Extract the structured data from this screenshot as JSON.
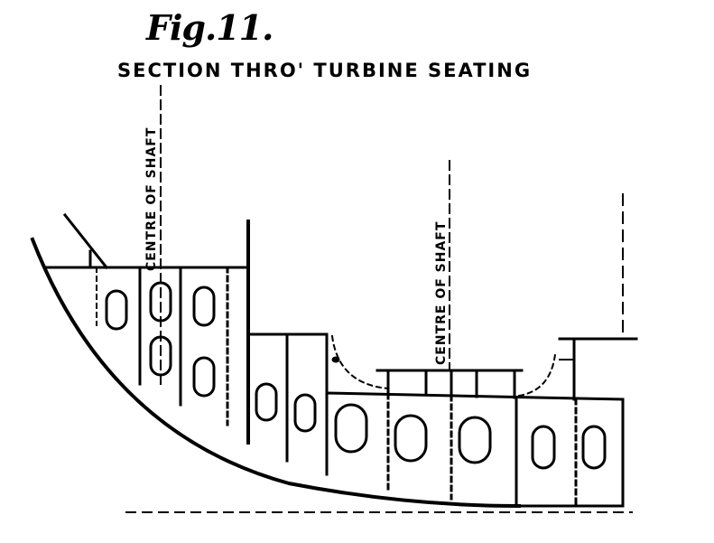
{
  "figure": {
    "title": "Fig.11.",
    "subtitle": "SECTION THRO' TURBINE SEATING"
  },
  "labels": {
    "shaft_left": "CENTRE OF SHAFT",
    "shaft_right": "CENTRE OF SHAFT"
  },
  "colors": {
    "ink": "#000000",
    "paper": "#ffffff"
  }
}
